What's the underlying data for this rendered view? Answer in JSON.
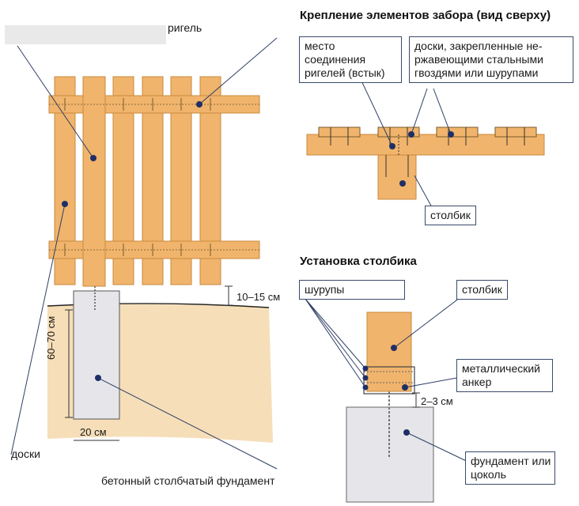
{
  "colors": {
    "wood": "#f0b46c",
    "wood_dark": "#c98a3c",
    "soil": "#f6deb8",
    "concrete": "#e6e6ea",
    "line": "#2f3f66",
    "dot": "#1f2f66"
  },
  "left_figure": {
    "label_rigel": "ригель",
    "label_doski": "доски",
    "label_fundament": "бетонный столбчатый фундамент",
    "dim_gap": "10–15 см",
    "dim_depth": "60–70 см",
    "dim_width": "20 см"
  },
  "top_view": {
    "title": "Крепление элементов забора (вид сверху)",
    "label_joint": [
      "место соединения",
      "ригелей (встык)"
    ],
    "label_boards": [
      "доски, закрепленные не-",
      "ржавеющими стальными",
      "гвоздями или шурупами"
    ],
    "label_post": "столбик"
  },
  "post_install": {
    "title": "Установка столбика",
    "label_screws": "шурупы",
    "label_post": "столбик",
    "label_anchor": [
      "металлический",
      "анкер"
    ],
    "dim_gap": "2–3 см",
    "label_foundation": [
      "фундамент или",
      "цоколь"
    ]
  }
}
